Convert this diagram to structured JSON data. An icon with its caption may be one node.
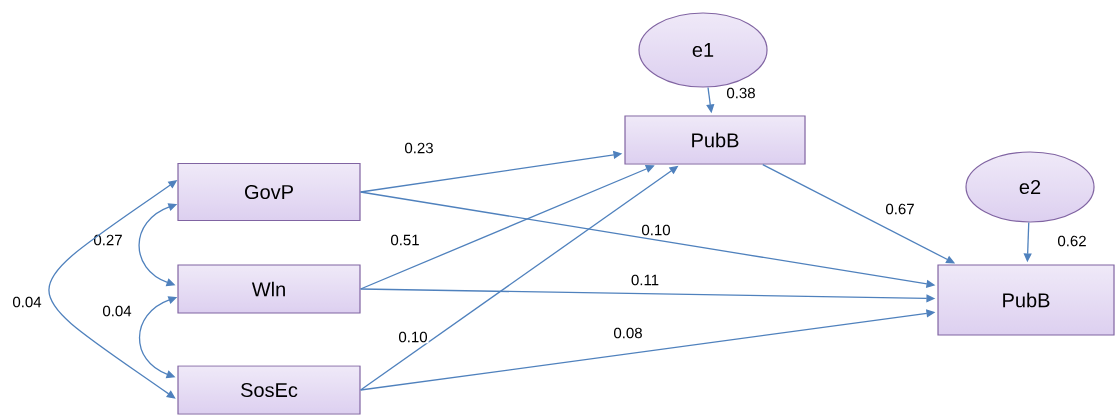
{
  "diagram": {
    "nodes": [
      {
        "text": [
          "e1"
        ]
      },
      {
        "text": [
          "PubB"
        ]
      },
      {
        "text": [
          "e2"
        ]
      },
      {
        "text": [
          "GovP"
        ]
      },
      {
        "text": [
          "Wln"
        ]
      },
      {
        "text": [
          "SosEc"
        ]
      },
      {
        "text": [
          "PubB"
        ]
      }
    ],
    "edges": [
      {
        "from": 0,
        "to": 1,
        "arrow": "to",
        "label": "0.38"
      },
      {
        "from": 3,
        "to": 1,
        "arrow": "to",
        "label": "0.23"
      },
      {
        "from": 4,
        "to": 1,
        "arrow": "to",
        "label": "0.51"
      },
      {
        "from": 5,
        "to": 1,
        "arrow": "to",
        "label": "0.10"
      },
      {
        "from": 3,
        "to": 6,
        "arrow": "to",
        "label": "0.10"
      },
      {
        "from": 4,
        "to": 6,
        "arrow": "to",
        "label": "0.11"
      },
      {
        "from": 5,
        "to": 6,
        "arrow": "to",
        "label": "0.08"
      },
      {
        "from": 1,
        "to": 6,
        "arrow": "to",
        "label": "0.67"
      },
      {
        "from": 2,
        "to": 6,
        "arrow": "to",
        "label": "0.62"
      },
      {
        "from": 3,
        "to": 4,
        "arrow": "both",
        "label": "0.27"
      },
      {
        "from": 4,
        "to": 5,
        "arrow": "both",
        "label": "0.04"
      },
      {
        "from": 3,
        "to": 5,
        "arrow": "both",
        "label": "0.04"
      }
    ]
  }
}
